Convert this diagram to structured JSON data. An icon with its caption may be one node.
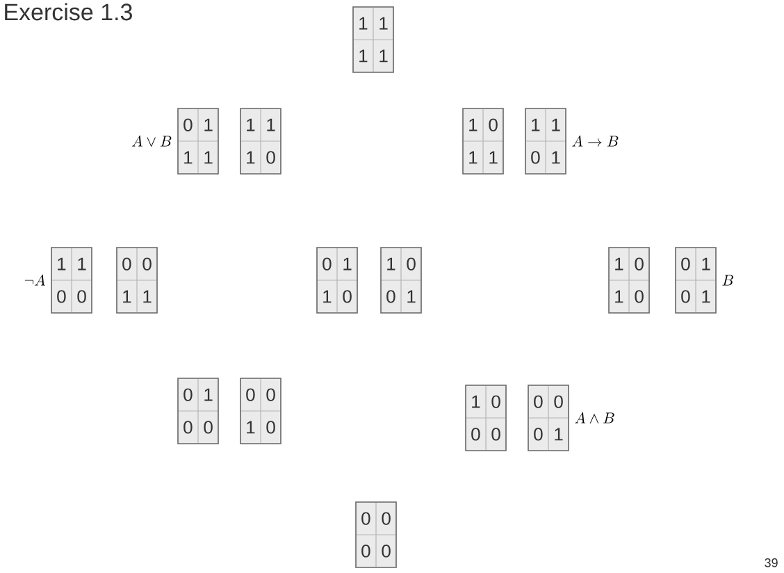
{
  "diagram": {
    "title": "Exercise 1.3",
    "nodes": [
      {
        "text": [
          "1",
          "1",
          "1",
          "1"
        ]
      },
      {
        "text": [
          "0",
          "1",
          "1",
          "1"
        ],
        "beside": [
          "A \\vee B"
        ]
      },
      {
        "text": [
          "1",
          "1",
          "1",
          "0"
        ]
      },
      {
        "text": [
          "1",
          "0",
          "1",
          "1"
        ]
      },
      {
        "text": [
          "1",
          "1",
          "0",
          "1"
        ],
        "beside": [
          "A \\to B"
        ]
      },
      {
        "text": [
          "1",
          "1",
          "0",
          "0"
        ],
        "beside": [
          "\\neg A"
        ]
      },
      {
        "text": [
          "0",
          "0",
          "1",
          "1"
        ]
      },
      {
        "text": [
          "0",
          "1",
          "1",
          "0"
        ]
      },
      {
        "text": [
          "1",
          "0",
          "0",
          "1"
        ]
      },
      {
        "text": [
          "1",
          "0",
          "1",
          "0"
        ]
      },
      {
        "text": [
          "0",
          "1",
          "0",
          "1"
        ],
        "beside": [
          "B"
        ]
      },
      {
        "text": [
          "0",
          "1",
          "0",
          "0"
        ]
      },
      {
        "text": [
          "0",
          "0",
          "1",
          "0"
        ]
      },
      {
        "text": [
          "1",
          "0",
          "0",
          "0"
        ]
      },
      {
        "text": [
          "0",
          "0",
          "0",
          "1"
        ],
        "beside": [
          "A \\wedge B"
        ]
      },
      {
        "text": [
          "0",
          "0",
          "0",
          "0"
        ]
      }
    ],
    "labels": [
      "39"
    ]
  }
}
